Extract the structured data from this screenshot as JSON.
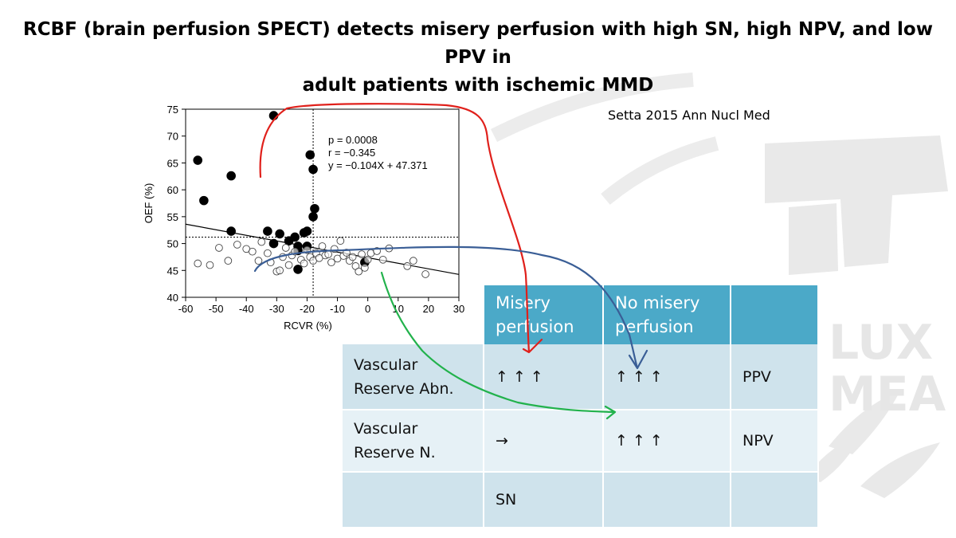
{
  "slide": {
    "title_line1": "RCBF (brain perfusion SPECT) detects misery perfusion with high SN, high NPV, and low PPV in",
    "title_line2": "adult patients with ischemic MMD",
    "citation": "Setta 2015 Ann Nucl Med",
    "watermark_text_1": "LUX",
    "watermark_text_2": "MEA"
  },
  "colors": {
    "header_bg": "#4ba9c8",
    "row_dark": "#cfe3ec",
    "row_light": "#e6f1f6",
    "red_arrow": "#e0201b",
    "blue_arrow": "#3a5e96",
    "green_arrow": "#22b24c"
  },
  "table": {
    "headers": [
      "",
      "Misery\nperfusion",
      "No misery\nperfusion",
      ""
    ],
    "rows": [
      [
        "Vascular\nReserve Abn.",
        "↑ ↑ ↑",
        "↑ ↑ ↑",
        "PPV"
      ],
      [
        "Vascular\nReserve N.",
        "→",
        "↑ ↑ ↑",
        "NPV"
      ],
      [
        "",
        "SN",
        "",
        ""
      ]
    ]
  },
  "chart_data": {
    "type": "scatter",
    "xlabel": "RCVR (%)",
    "ylabel": "OEF (%)",
    "xlim": [
      -60,
      30
    ],
    "ylim": [
      40,
      75
    ],
    "xticks": [
      -60,
      -50,
      -40,
      -30,
      -20,
      -10,
      0,
      10,
      20,
      30
    ],
    "yticks": [
      40,
      45,
      50,
      55,
      60,
      65,
      70,
      75
    ],
    "grid": false,
    "legend": "none",
    "stats": [
      "p = 0.0008",
      "r = −0.345",
      "y = −0.104X + 47.371"
    ],
    "regression": {
      "slope": -0.104,
      "intercept": 47.371
    },
    "thresholds": {
      "x": -18,
      "y": 51.2
    },
    "series": [
      {
        "marker": "filled",
        "points": [
          [
            -31,
            73.8
          ],
          [
            -56,
            65.5
          ],
          [
            -54,
            58
          ],
          [
            -45,
            62.6
          ],
          [
            -45,
            52.3
          ],
          [
            -33,
            52.3
          ],
          [
            -31,
            50
          ],
          [
            -29,
            51.8
          ],
          [
            -26,
            50.5
          ],
          [
            -24,
            51.2
          ],
          [
            -23,
            49.5
          ],
          [
            -23,
            48.7
          ],
          [
            -21,
            52
          ],
          [
            -20,
            52.3
          ],
          [
            -20,
            49.5
          ],
          [
            -19,
            66.5
          ],
          [
            -18,
            63.8
          ],
          [
            -18,
            55
          ],
          [
            -17.5,
            56.5
          ],
          [
            -23,
            45.2
          ],
          [
            -1,
            46.5
          ]
        ]
      },
      {
        "marker": "open",
        "points": [
          [
            -56,
            46.3
          ],
          [
            -52,
            46
          ],
          [
            -49,
            49.2
          ],
          [
            -46,
            46.8
          ],
          [
            -43,
            49.8
          ],
          [
            -40,
            49
          ],
          [
            -38,
            48.5
          ],
          [
            -36,
            46.8
          ],
          [
            -35,
            50.3
          ],
          [
            -33,
            48.2
          ],
          [
            -32,
            46.5
          ],
          [
            -30,
            44.8
          ],
          [
            -29,
            45
          ],
          [
            -28,
            47.5
          ],
          [
            -27,
            49.2
          ],
          [
            -26,
            46
          ],
          [
            -25,
            47.8
          ],
          [
            -24,
            48.5
          ],
          [
            -22,
            47
          ],
          [
            -21,
            46.3
          ],
          [
            -20,
            48.8
          ],
          [
            -19,
            47.5
          ],
          [
            -18,
            46.8
          ],
          [
            -17,
            48.2
          ],
          [
            -16,
            47.3
          ],
          [
            -15,
            49.5
          ],
          [
            -14,
            47.8
          ],
          [
            -13,
            48
          ],
          [
            -12,
            46.5
          ],
          [
            -11,
            49
          ],
          [
            -10,
            47.2
          ],
          [
            -9,
            50.5
          ],
          [
            -8,
            47.7
          ],
          [
            -7,
            48.3
          ],
          [
            -6,
            46.8
          ],
          [
            -5,
            47.5
          ],
          [
            -4,
            45.8
          ],
          [
            -3,
            44.8
          ],
          [
            -2,
            48
          ],
          [
            -1,
            45.5
          ],
          [
            0,
            47
          ],
          [
            1,
            48.2
          ],
          [
            3,
            48.6
          ],
          [
            5,
            47
          ],
          [
            7,
            49.1
          ],
          [
            13,
            45.8
          ],
          [
            15,
            46.8
          ],
          [
            19,
            44.3
          ]
        ]
      }
    ]
  }
}
